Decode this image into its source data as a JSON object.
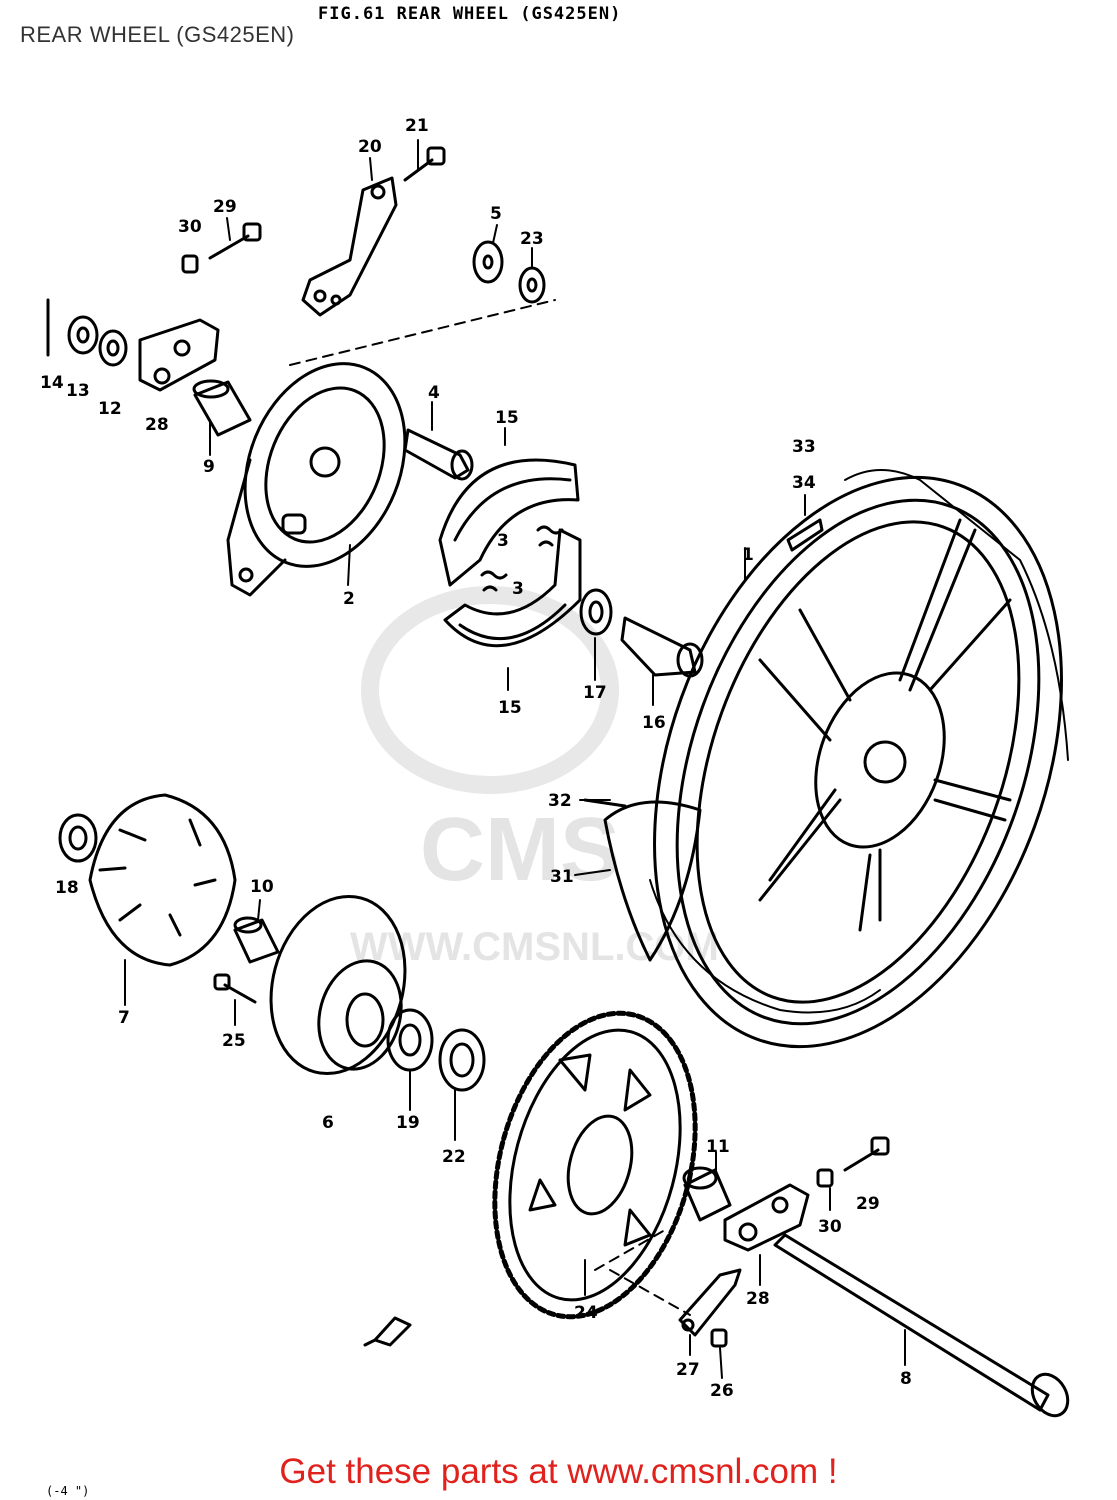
{
  "page_title": "REAR WHEEL (GS425EN)",
  "figure_header": "FIG.61   REAR WHEEL (GS425EN)",
  "watermark_text": "WWW.CMSNL.COM",
  "footer_text": "Get these parts at www.cmsnl.com !",
  "corner_mark": "(-4 \")",
  "colors": {
    "footer": "#e0211c",
    "title": "#333333",
    "ink": "#000000",
    "watermark": "#e4e4e4"
  },
  "callouts": {
    "c1": "1",
    "c2": "2",
    "c3a": "3",
    "c3b": "3",
    "c4": "4",
    "c5": "5",
    "c6": "6",
    "c7": "7",
    "c8": "8",
    "c9": "9",
    "c10": "10",
    "c11": "11",
    "c12": "12",
    "c13": "13",
    "c14": "14",
    "c15a": "15",
    "c15b": "15",
    "c16": "16",
    "c17": "17",
    "c18": "18",
    "c19": "19",
    "c20": "20",
    "c21": "21",
    "c22": "22",
    "c23": "23",
    "c24": "24",
    "c25": "25",
    "c26": "26",
    "c27": "27",
    "c28a": "28",
    "c28b": "28",
    "c29a": "29",
    "c29b": "29",
    "c30a": "30",
    "c30b": "30",
    "c31": "31",
    "c32": "32",
    "c33": "33",
    "c34": "34"
  }
}
